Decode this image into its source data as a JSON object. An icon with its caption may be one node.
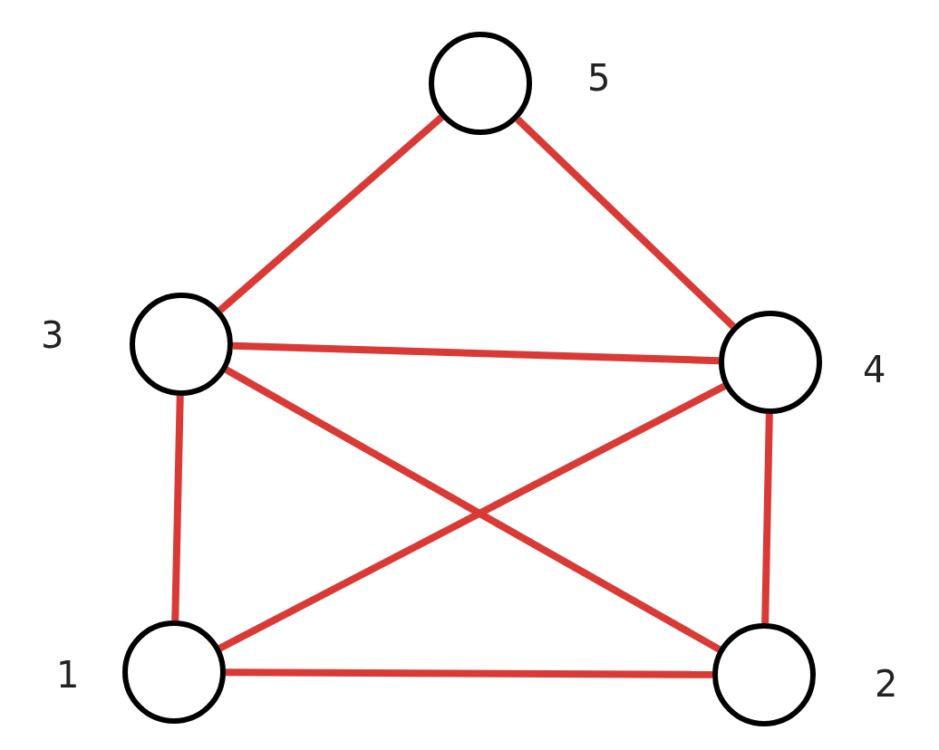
{
  "diagram": {
    "nodes": [
      {
        "text": [],
        "shape": "circle",
        "beside": [
          "5"
        ]
      },
      {
        "text": [],
        "shape": "circle",
        "beside": [
          "3"
        ]
      },
      {
        "text": [],
        "shape": "circle",
        "beside": [
          "4"
        ]
      },
      {
        "text": [],
        "shape": "circle",
        "beside": [
          "1"
        ]
      },
      {
        "text": [],
        "shape": "circle",
        "beside": [
          "2"
        ]
      }
    ],
    "edges": [
      {
        "from": 0,
        "to": 1,
        "arrow": "none"
      },
      {
        "from": 0,
        "to": 2,
        "arrow": "none"
      },
      {
        "from": 1,
        "to": 2,
        "arrow": "none"
      },
      {
        "from": 1,
        "to": 4,
        "arrow": "none"
      },
      {
        "from": 3,
        "to": 2,
        "arrow": "none"
      },
      {
        "from": 1,
        "to": 3,
        "arrow": "none"
      },
      {
        "from": 2,
        "to": 4,
        "arrow": "none"
      },
      {
        "from": 3,
        "to": 4,
        "arrow": "none"
      }
    ]
  }
}
